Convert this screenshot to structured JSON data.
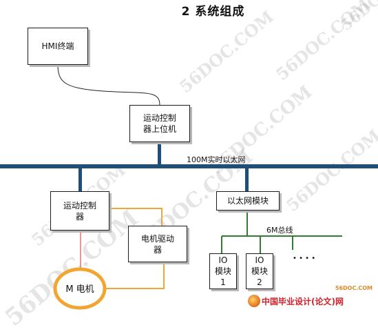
{
  "title": "2 系统组成",
  "nodes": {
    "hmi": "HMI终端",
    "upper": "运动控制\n器上位机",
    "controller": "运动控制\n器",
    "ethernet_module": "以太网模块",
    "driver": "电机驱动\n器",
    "motor": "M 电机",
    "io1": "IO\n模块\n1",
    "io2": "IO\n模块\n2"
  },
  "labels": {
    "ethernet_bus": "100M实时以太网",
    "bus_6m": "6M总线",
    "ellipsis": "• • • •"
  },
  "watermarks": {
    "domain": "56DOC.COM",
    "logo_small": "56DOC.COM",
    "logo_brand": "中国毕业设计(论文)网"
  },
  "colors": {
    "bus": "#1f4e79",
    "orange": "#f2a531",
    "green": "#2f7d2f",
    "red": "#c0392b"
  }
}
